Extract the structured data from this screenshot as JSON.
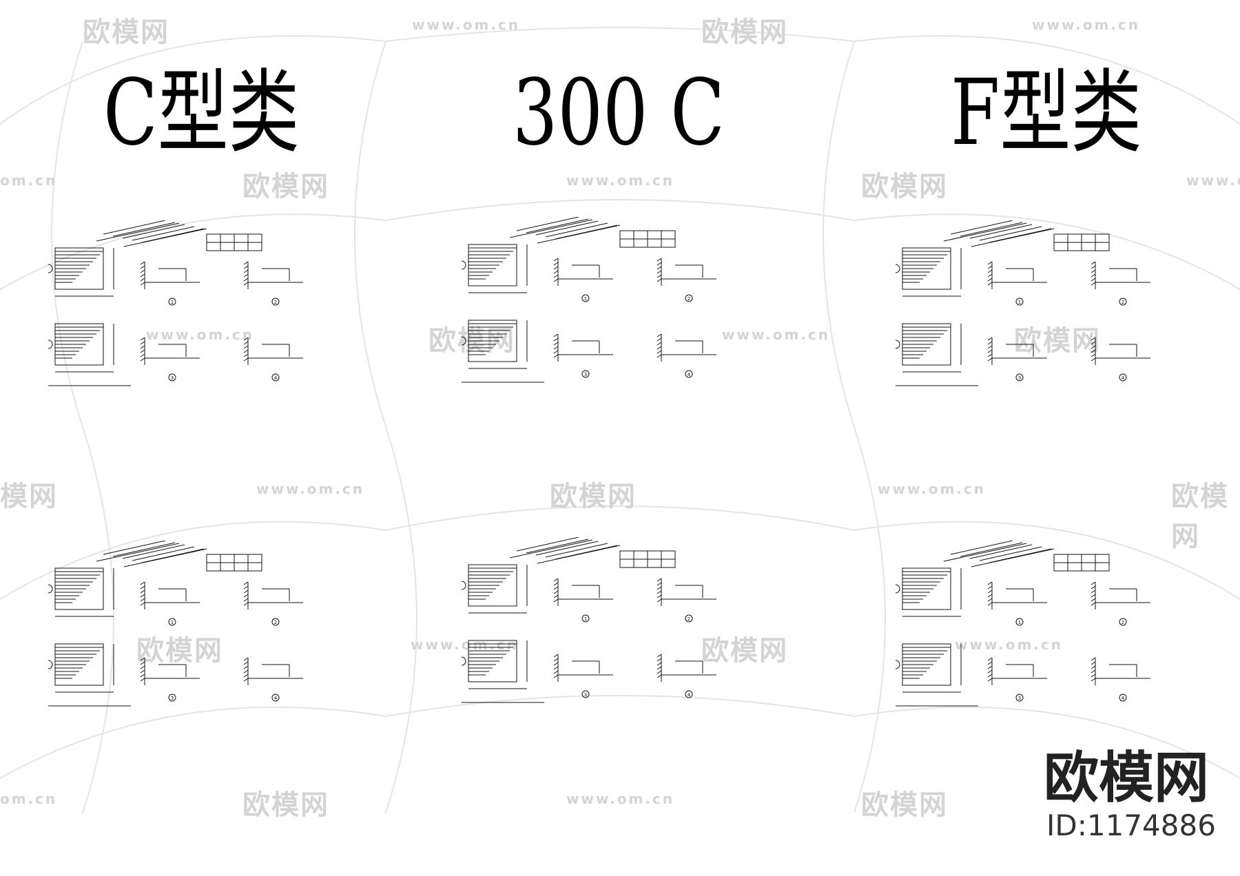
{
  "headings": [
    {
      "id": "c-type",
      "text": "C型类"
    },
    {
      "id": "300-c",
      "text": "300 C"
    },
    {
      "id": "f-type",
      "text": "F型类"
    }
  ],
  "watermark": {
    "logo_text": "欧模网",
    "url_text": "www.om.cn",
    "url_fragment": "om.cn",
    "logo_fragment": "模网",
    "color": "#d4d4d4"
  },
  "brand": {
    "name": "欧模网",
    "id_text": "ID:1174886"
  },
  "drawings": [
    {
      "id": "c-type-top",
      "detail_labels": [
        "1",
        "2",
        "3",
        "4"
      ]
    },
    {
      "id": "300c-top",
      "detail_labels": [
        "1",
        "2",
        "3",
        "4"
      ]
    },
    {
      "id": "f-type-top",
      "detail_labels": [
        "1",
        "2",
        "3",
        "4"
      ]
    },
    {
      "id": "c-type-bottom",
      "detail_labels": [
        "1",
        "2",
        "3",
        "4"
      ]
    },
    {
      "id": "300c-bottom",
      "detail_labels": [
        "1",
        "2",
        "3",
        "4"
      ]
    },
    {
      "id": "f-type-bottom",
      "detail_labels": [
        "1",
        "2",
        "3",
        "4"
      ]
    }
  ]
}
